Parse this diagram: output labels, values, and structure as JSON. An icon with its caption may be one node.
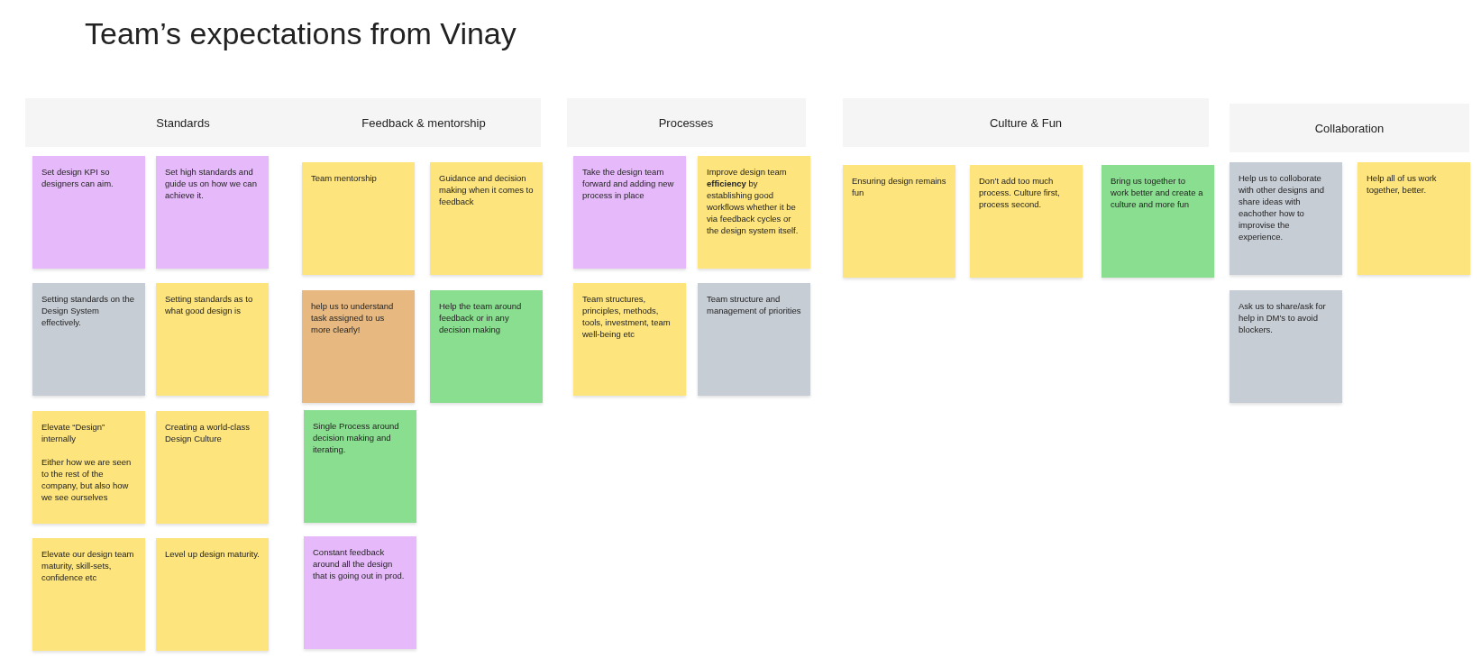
{
  "diagram": {
    "title": "Team’s expectations from Vinay",
    "nodes": [
      {
        "text": [
          "Standards",
          "Feedback & mentorship"
        ]
      },
      {
        "text": [
          "Set design KPI so designers can aim."
        ]
      },
      {
        "text": [
          "Set high standards and guide us on how we can achieve it."
        ]
      },
      {
        "text": [
          "Setting standards on the Design System effectively."
        ]
      },
      {
        "text": [
          "Setting standards as to what good design is"
        ]
      },
      {
        "text": [
          "Elevate “Design” internally",
          "Either how we are seen to the rest of the company, but also how we see ourselves"
        ]
      },
      {
        "text": [
          "Creating a world-class Design Culture"
        ]
      },
      {
        "text": [
          "Elevate our design team maturity, skill-sets, confidence etc"
        ]
      },
      {
        "text": [
          "Level up design maturity."
        ]
      },
      {
        "text": [
          "Team mentorship"
        ]
      },
      {
        "text": [
          "Guidance and decision making when it comes to feedback"
        ]
      },
      {
        "text": [
          "help us to understand task assigned to us more clearly!"
        ]
      },
      {
        "text": [
          "Help the team around feedback or in any decision making"
        ]
      },
      {
        "text": [
          "Single Process around decision making and iterating."
        ]
      },
      {
        "text": [
          "Constant feedback around all the design that is going out in prod."
        ]
      },
      {
        "text": [
          "Processes"
        ]
      },
      {
        "text": [
          "Take the design team forward and adding new process in place"
        ]
      },
      {
        "text": [
          "Improve design team **efficiency** by establishing good workflows whether it be via feedback cycles or the design system itself."
        ]
      },
      {
        "text": [
          "Team structures, principles, methods, tools, investment, team well-being etc"
        ]
      },
      {
        "text": [
          "Team structure and management of priorities"
        ]
      },
      {
        "text": [
          "Culture & Fun"
        ]
      },
      {
        "text": [
          "Ensuring design remains fun"
        ]
      },
      {
        "text": [
          "Don’t add too much process. Culture first, process second."
        ]
      },
      {
        "text": [
          "Bring us together to work better and create a culture and more fun"
        ]
      },
      {
        "text": [
          "Collaboration"
        ]
      },
      {
        "text": [
          "Help us to colloborate with other designs and share ideas with eachother how to improvise the experience."
        ]
      },
      {
        "text": [
          "Help all of us work together, better."
        ]
      },
      {
        "text": [
          "Ask us to share/ask for help in DM’s to avoid blockers."
        ]
      }
    ]
  }
}
